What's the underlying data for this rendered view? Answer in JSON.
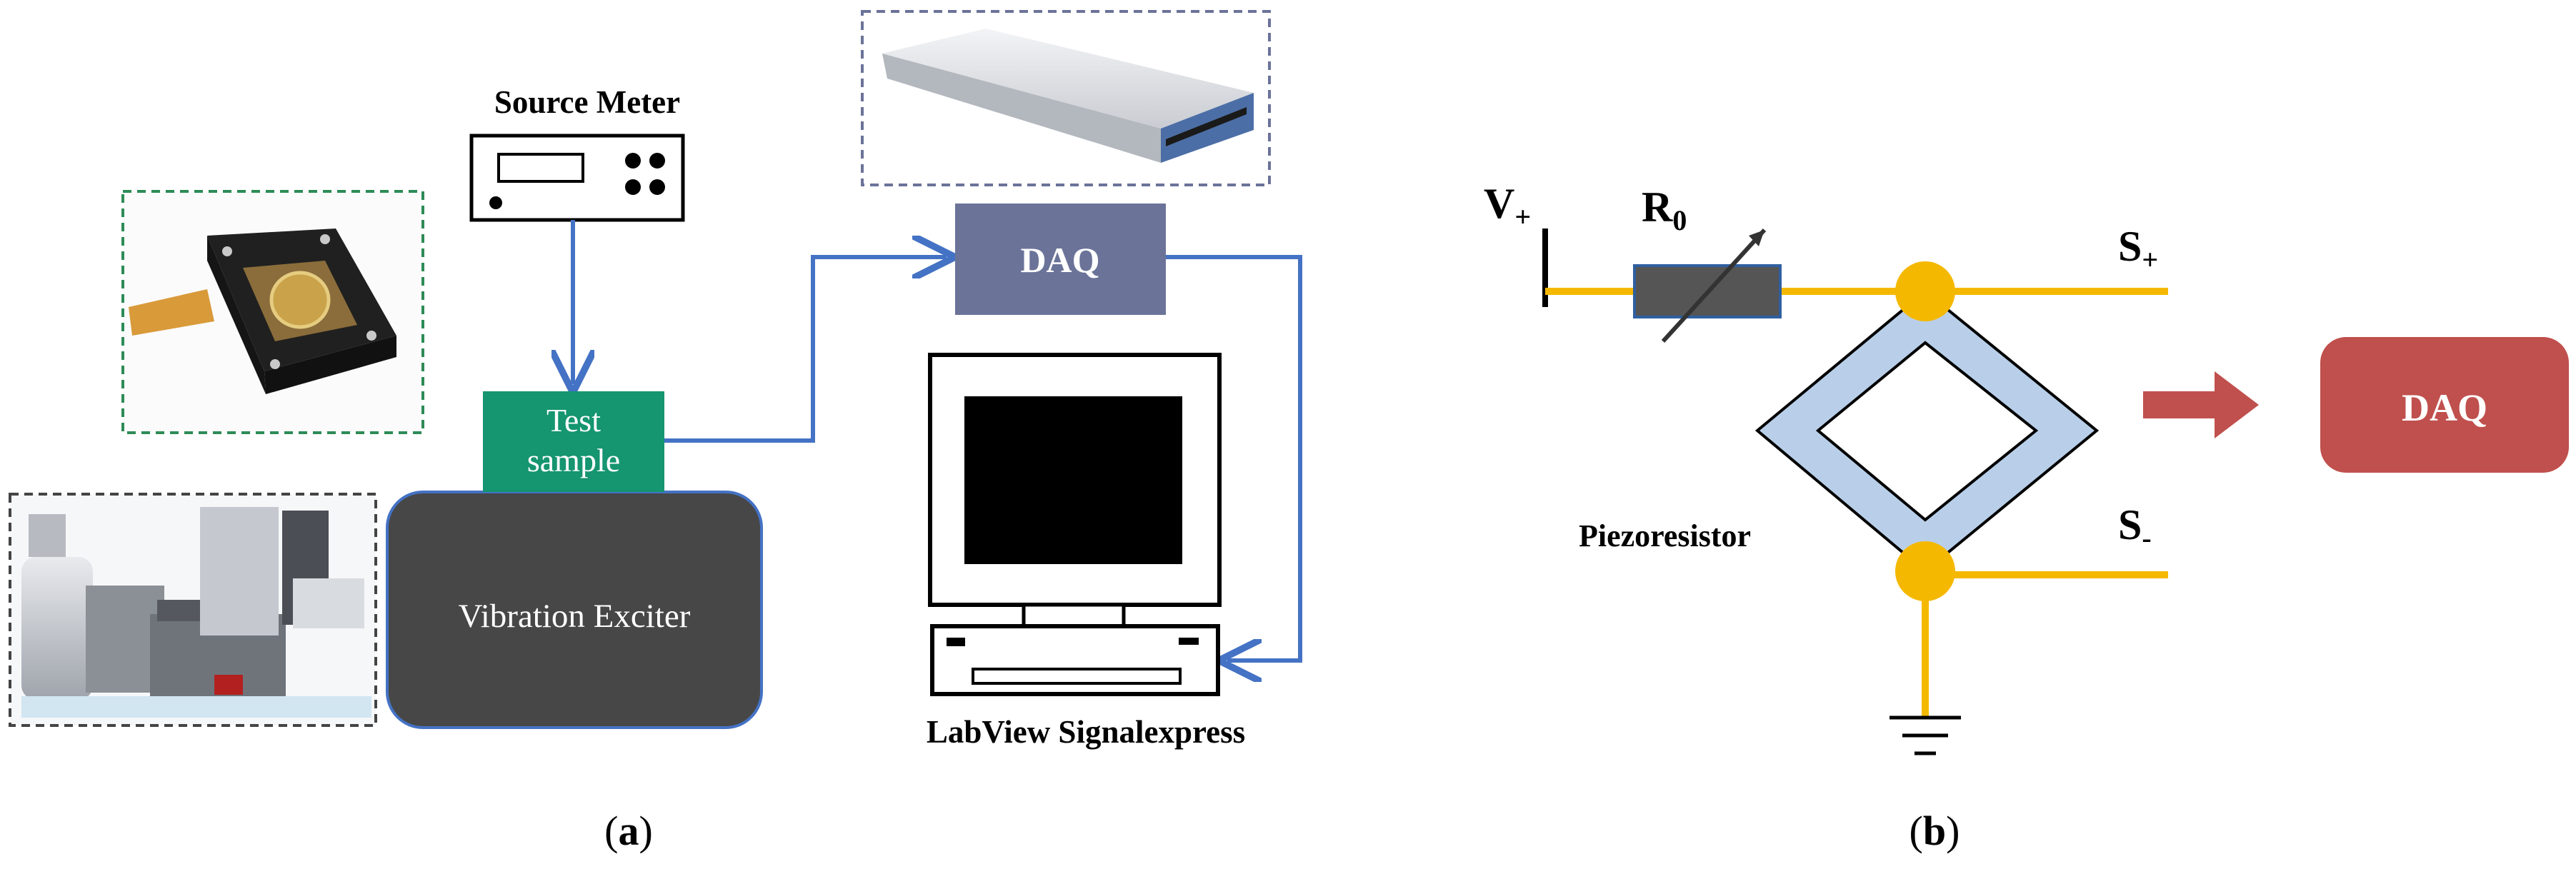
{
  "panel_a": {
    "source_meter_label": "Source Meter",
    "daq_label": "DAQ",
    "test_sample_line1": "Test",
    "test_sample_line2": "sample",
    "vibration_exciter_label": "Vibration Exciter",
    "computer_label": "LabView Signalexpress",
    "caption_open": "(",
    "caption_letter": "a",
    "caption_close": ")"
  },
  "panel_b": {
    "v_plus_main": "V",
    "v_plus_sub": "+",
    "r0_main": "R",
    "r0_sub": "0",
    "s_plus_main": "S",
    "s_plus_sub": "+",
    "s_minus_main": "S",
    "s_minus_sub": "-",
    "piezoresistor_label": "Piezoresistor",
    "daq_label": "DAQ",
    "caption_open": "(",
    "caption_letter": "b",
    "caption_close": ")"
  },
  "colors": {
    "arrow_blue": "#4472c4",
    "daq_box": "#6b7399",
    "test_sample": "#159570",
    "vibration_exciter": "#474747",
    "wire_yellow": "#f5b800",
    "piezo_fill": "#b9cfe9",
    "resistor_fill": "#555555",
    "daq_red": "#c0504d",
    "arrow_red": "#c0504d"
  },
  "icons": {
    "sensor_photo": "sensor-chip-photo",
    "shaker_photo": "vibration-shaker-photo",
    "daq_device_photo": "usb-daq-device-photo",
    "source_meter": "source-meter-icon",
    "computer": "computer-icon",
    "ground": "ground-symbol-icon"
  }
}
